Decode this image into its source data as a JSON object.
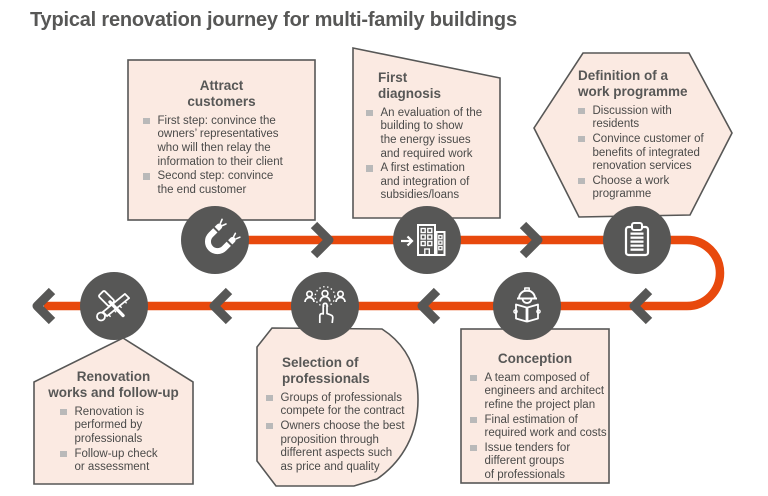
{
  "title": "Typical renovation journey for multi-family buildings",
  "colors": {
    "accent_orange": "#E8490D",
    "dark_gray": "#575756",
    "box_fill": "#FBEAE2",
    "bullet_square": "#B9B9B9"
  },
  "steps": [
    {
      "id": "attract-customers",
      "icon": "magnet-icon",
      "heading": "Attract\ncustomers",
      "bullets": [
        "First step: convince the\nowners’ representatives\nwho will then relay the\ninformation to their client",
        "Second step: convince\nthe end customer"
      ]
    },
    {
      "id": "first-diagnosis",
      "icon": "building-arrow-icon",
      "heading": "First\ndiagnosis",
      "bullets": [
        "An evaluation of the\nbuilding to show\nthe energy issues\nand required work",
        "A first estimation\nand integration of\nsubsidies/loans"
      ]
    },
    {
      "id": "definition-work-programme",
      "icon": "clipboard-icon",
      "heading": "Definition of a\nwork programme",
      "bullets": [
        "Discussion with\nresidents",
        "Convince customer of\nbenefits of integrated\nrenovation services",
        "Choose a work\nprogramme"
      ]
    },
    {
      "id": "conception",
      "icon": "worker-reading-plan-icon",
      "heading": "Conception",
      "bullets": [
        "A team composed of\nengineers and architect\nrefine the project plan",
        "Final estimation of\nrequired work and costs",
        "Issue tenders for\ndifferent groups\nof professionals"
      ]
    },
    {
      "id": "selection-of-professionals",
      "icon": "hand-selecting-people-icon",
      "heading": "Selection of\nprofessionals",
      "bullets": [
        "Groups of professionals\ncompete for the contract",
        "Owners choose the best\nproposition through\ndifferent aspects such\nas price and quality"
      ]
    },
    {
      "id": "renovation-works-follow-up",
      "icon": "hammer-saw-icon",
      "heading": "Renovation\nworks and follow-up",
      "bullets": [
        "Renovation is\nperformed by\nprofessionals",
        "Follow-up check\nor assessment"
      ]
    }
  ]
}
